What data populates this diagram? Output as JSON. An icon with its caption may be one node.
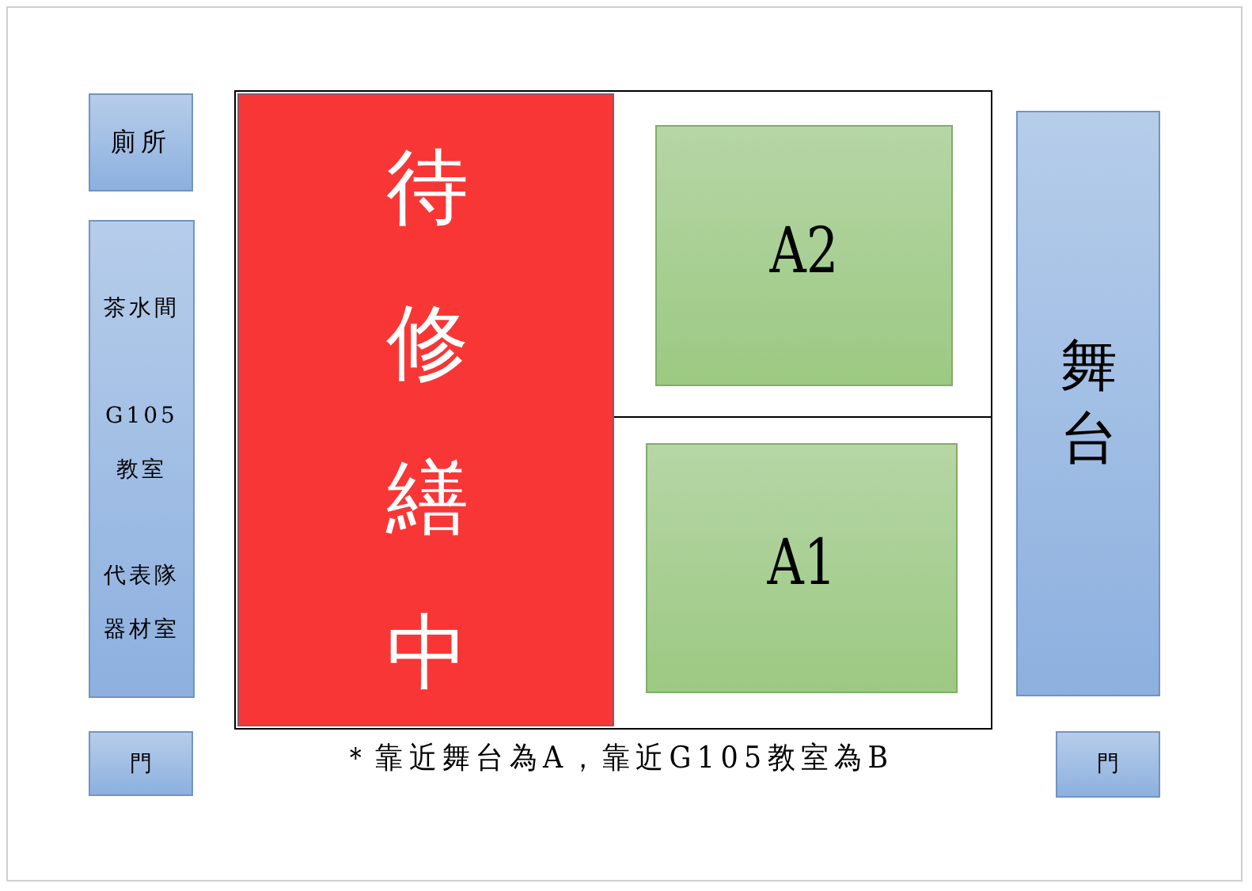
{
  "diagram": {
    "nodes": [
      {
        "text": [
          "廁所"
        ]
      },
      {
        "text": [
          "茶水間",
          "G105 教室",
          "代表隊器材室"
        ]
      },
      {
        "text": [],
        "shape": "box"
      },
      {
        "text": [
          "待修繕中"
        ],
        "in": 2
      },
      {
        "text": [
          "A2"
        ],
        "in": 2
      },
      {
        "text": [
          "A1"
        ],
        "in": 2
      },
      {
        "text": [
          "舞台"
        ]
      },
      {
        "text": [
          "門"
        ]
      },
      {
        "text": [
          "門"
        ]
      }
    ],
    "labels": [
      "＊靠近舞台為A，靠近G105教室為B"
    ]
  }
}
